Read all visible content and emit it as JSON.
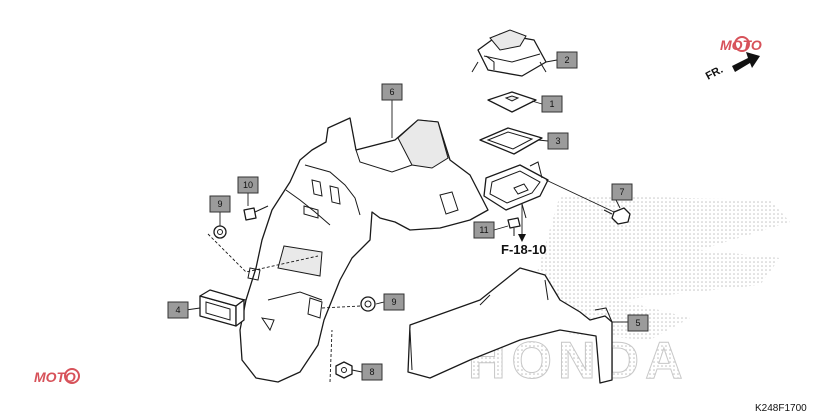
{
  "diagram_code": "K248F1700",
  "reference_label": "F-18-10",
  "direction_label": "FR.",
  "watermark_text": "MOTO",
  "brand_text": "HONDA",
  "colors": {
    "callout_fill": "#9b9b9b",
    "line": "#1a1a1a",
    "watermark": "#d7525a"
  },
  "callouts": [
    {
      "label": "1",
      "part": "cover-seal"
    },
    {
      "label": "2",
      "part": "fuse-box-cover"
    },
    {
      "label": "3",
      "part": "gasket"
    },
    {
      "label": "4",
      "part": "license-light"
    },
    {
      "label": "5",
      "part": "splash-guard"
    },
    {
      "label": "6",
      "part": "rear-fender"
    },
    {
      "label": "7",
      "part": "bolt"
    },
    {
      "label": "8",
      "part": "nut"
    },
    {
      "label": "9",
      "part": "grommet-upper"
    },
    {
      "label": "9",
      "part": "grommet-lower"
    },
    {
      "label": "10",
      "part": "screw"
    },
    {
      "label": "11",
      "part": "rivet"
    }
  ]
}
